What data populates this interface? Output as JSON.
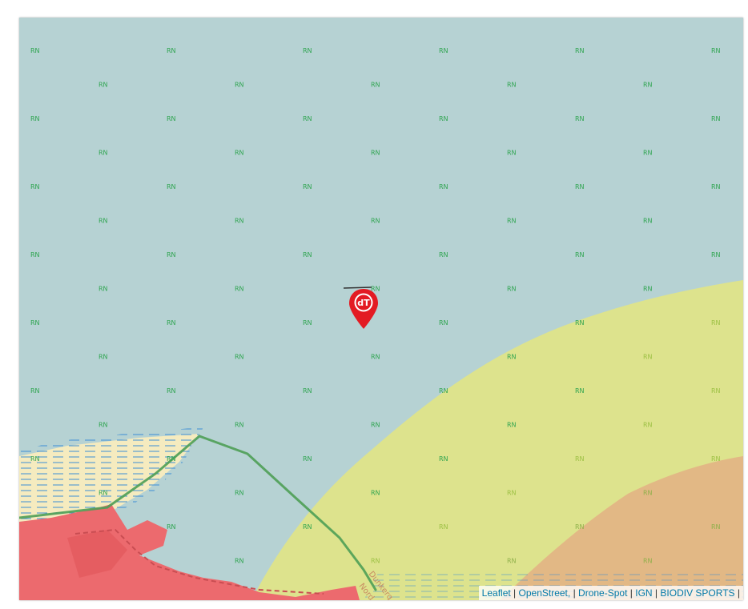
{
  "map": {
    "label_text": "RN",
    "road_label_1": "Dunkerq",
    "road_label_2": "Nord",
    "colors": {
      "water": "#b6d2d3",
      "zone_yellow": "#dde38d",
      "zone_orange": "#e2b885",
      "urban_red": "#ec6a6e",
      "beach": "#f5ebbf",
      "green_line": "#4e9f55",
      "marker_red": "#e31b23"
    }
  },
  "marker": {
    "logo_text": "dT"
  },
  "attribution": {
    "leaflet": "Leaflet",
    "openstreet": "OpenStreet,",
    "dronespot": "Drone-Spot",
    "ign": "IGN",
    "biodiv": "BIODIV SPORTS"
  }
}
